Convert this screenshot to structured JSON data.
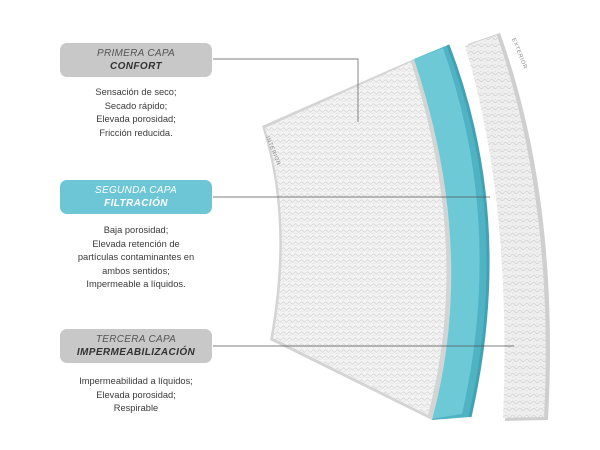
{
  "layers": [
    {
      "title": "PRIMERA CAPA",
      "name": "CONFORT",
      "features": [
        "Sensación de seco;",
        "Secado rápido;",
        "Elevada porosidad;",
        "Fricción reducida."
      ]
    },
    {
      "title": "SEGUNDA CAPA",
      "name": "FILTRACIÓN",
      "features": [
        "Baja porosidad;",
        "Elevada retención de",
        "partículas contaminantes en",
        "ambos sentidos;",
        "Impermeable a líquidos."
      ]
    },
    {
      "title": "TERCERA CAPA",
      "name": "IMPERMEABILIZACIÓN",
      "features": [
        "Impermeabilidad a líquidos;",
        "Elevada porosidad;",
        "Respirable"
      ]
    }
  ],
  "side_labels": {
    "inner": "INTERIOR",
    "outer": "EXTERIOR"
  },
  "colors": {
    "gray_label": "#c8c8c8",
    "teal_label": "#6cc6d6",
    "teal_layer": "#6ec9d7",
    "fabric": "#f1f1f1"
  }
}
